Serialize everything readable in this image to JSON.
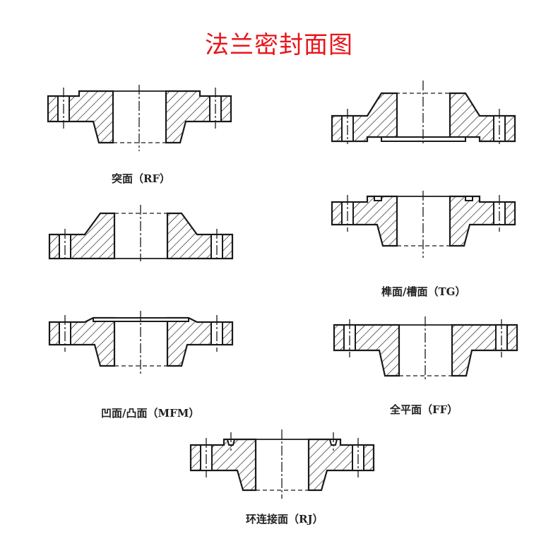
{
  "title": "法兰密封面图",
  "accent_color": "#e8151b",
  "figures": [
    {
      "label": "突面（RF）"
    },
    {
      "label": "榫面/槽面（TG）"
    },
    {
      "label": "凹面/凸面（MFM）"
    },
    {
      "label": "全平面（FF）"
    },
    {
      "label": "环连接面（RJ）"
    }
  ]
}
